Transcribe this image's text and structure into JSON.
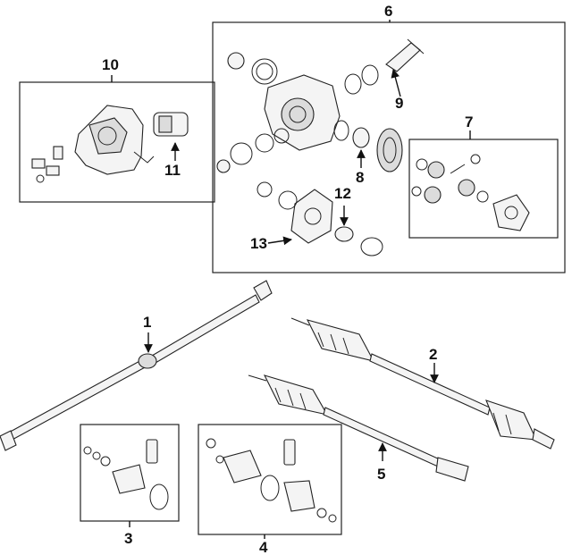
{
  "callouts": {
    "c1": "1",
    "c2": "2",
    "c3": "3",
    "c4": "4",
    "c5": "5",
    "c6": "6",
    "c7": "7",
    "c8": "8",
    "c9": "9",
    "c10": "10",
    "c11": "11",
    "c12": "12",
    "c13": "13"
  },
  "colors": {
    "line": "#111111",
    "part_fill": "#f4f4f4",
    "part_shade": "#dcdcdc"
  }
}
